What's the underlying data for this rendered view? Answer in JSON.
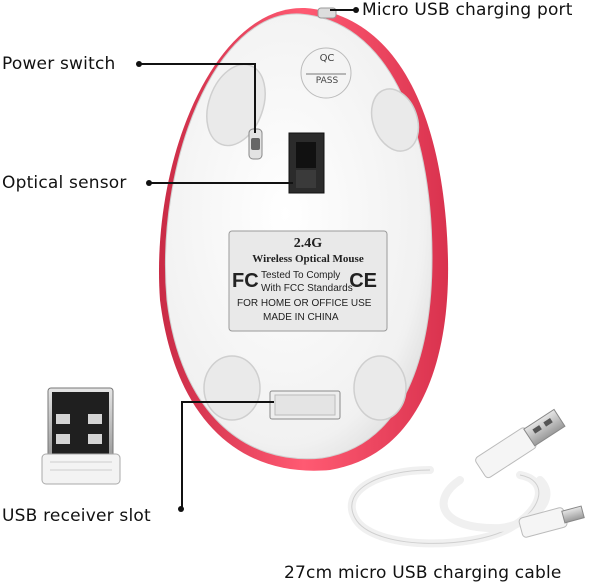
{
  "callouts": {
    "micro_usb_port": "Micro USB charging port",
    "power_switch": "Power switch",
    "optical_sensor": "Optical sensor",
    "usb_receiver_slot": "USB receiver slot",
    "cable": "27cm micro USB charging cable"
  },
  "qc_sticker": {
    "top": "QC",
    "bottom": "PASS"
  },
  "label_plate": {
    "line1": "2.4G",
    "line2": "Wireless Optical Mouse",
    "fcc_mark": "FC",
    "ce_mark": "CE",
    "line3": "Tested To Comply",
    "line4": "With FCC Standards",
    "line5": "FOR HOME OR OFFICE USE",
    "line6": "MADE IN CHINA"
  },
  "colors": {
    "shell_accent": "#e8455e",
    "underside": "#f2f2f2",
    "label_bg": "#e9e9e9"
  }
}
